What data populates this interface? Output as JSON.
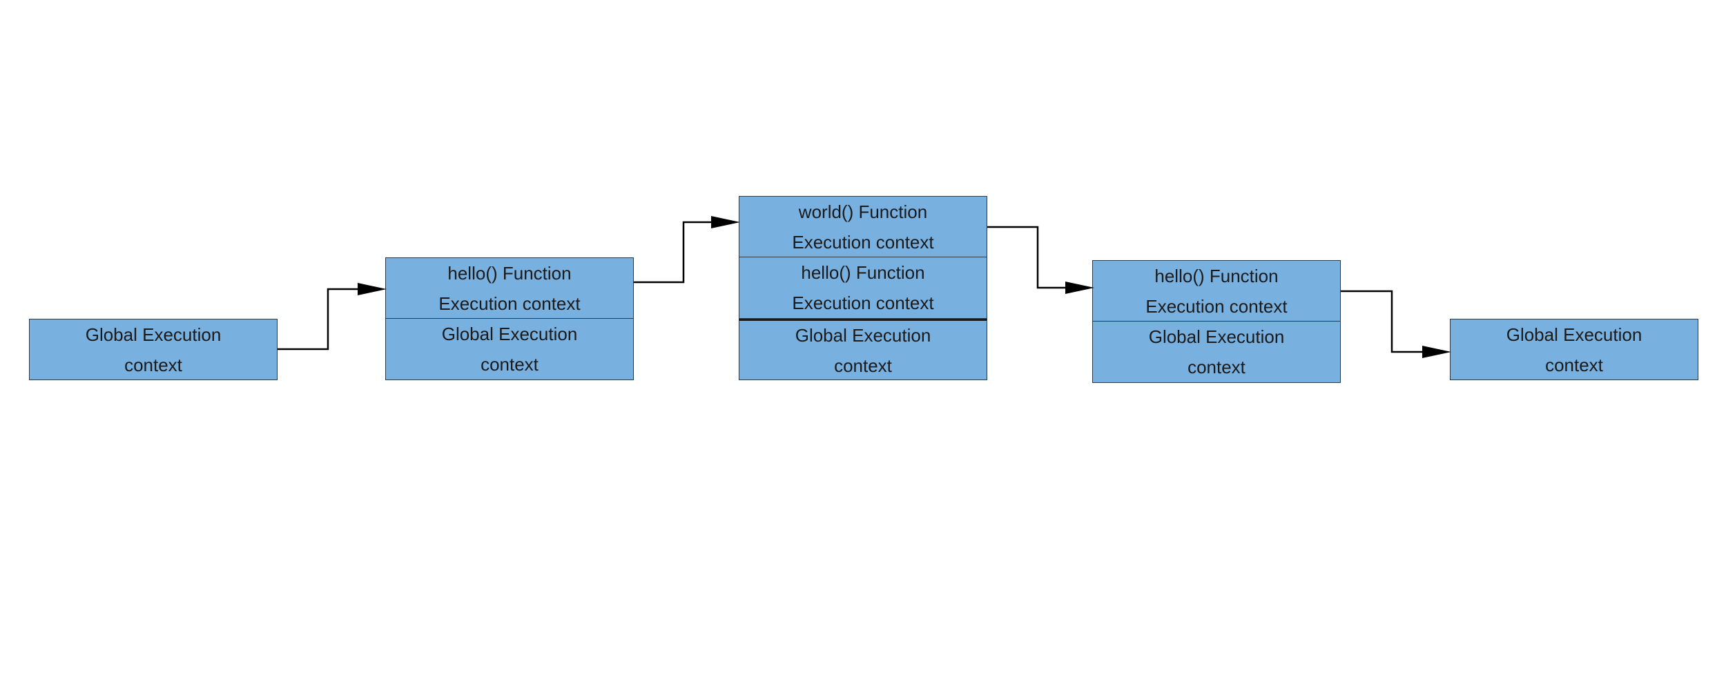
{
  "stages": [
    {
      "frames": [
        {
          "line1": "Global Execution",
          "line2": "context"
        }
      ]
    },
    {
      "frames": [
        {
          "line1": "hello() Function",
          "line2": "Execution context"
        },
        {
          "line1": "Global Execution",
          "line2": "context"
        }
      ]
    },
    {
      "frames": [
        {
          "line1": "world() Function",
          "line2": "Execution context"
        },
        {
          "line1": "hello() Function",
          "line2": "Execution context"
        },
        {
          "line1": "Global Execution",
          "line2": "context"
        }
      ]
    },
    {
      "frames": [
        {
          "line1": "hello() Function",
          "line2": "Execution context"
        },
        {
          "line1": "Global Execution",
          "line2": "context"
        }
      ]
    },
    {
      "frames": [
        {
          "line1": "Global Execution",
          "line2": "context"
        }
      ]
    }
  ],
  "colors": {
    "box_fill": "#78b0e0",
    "box_border": "#2c3b4c",
    "arrow": "#000000"
  }
}
